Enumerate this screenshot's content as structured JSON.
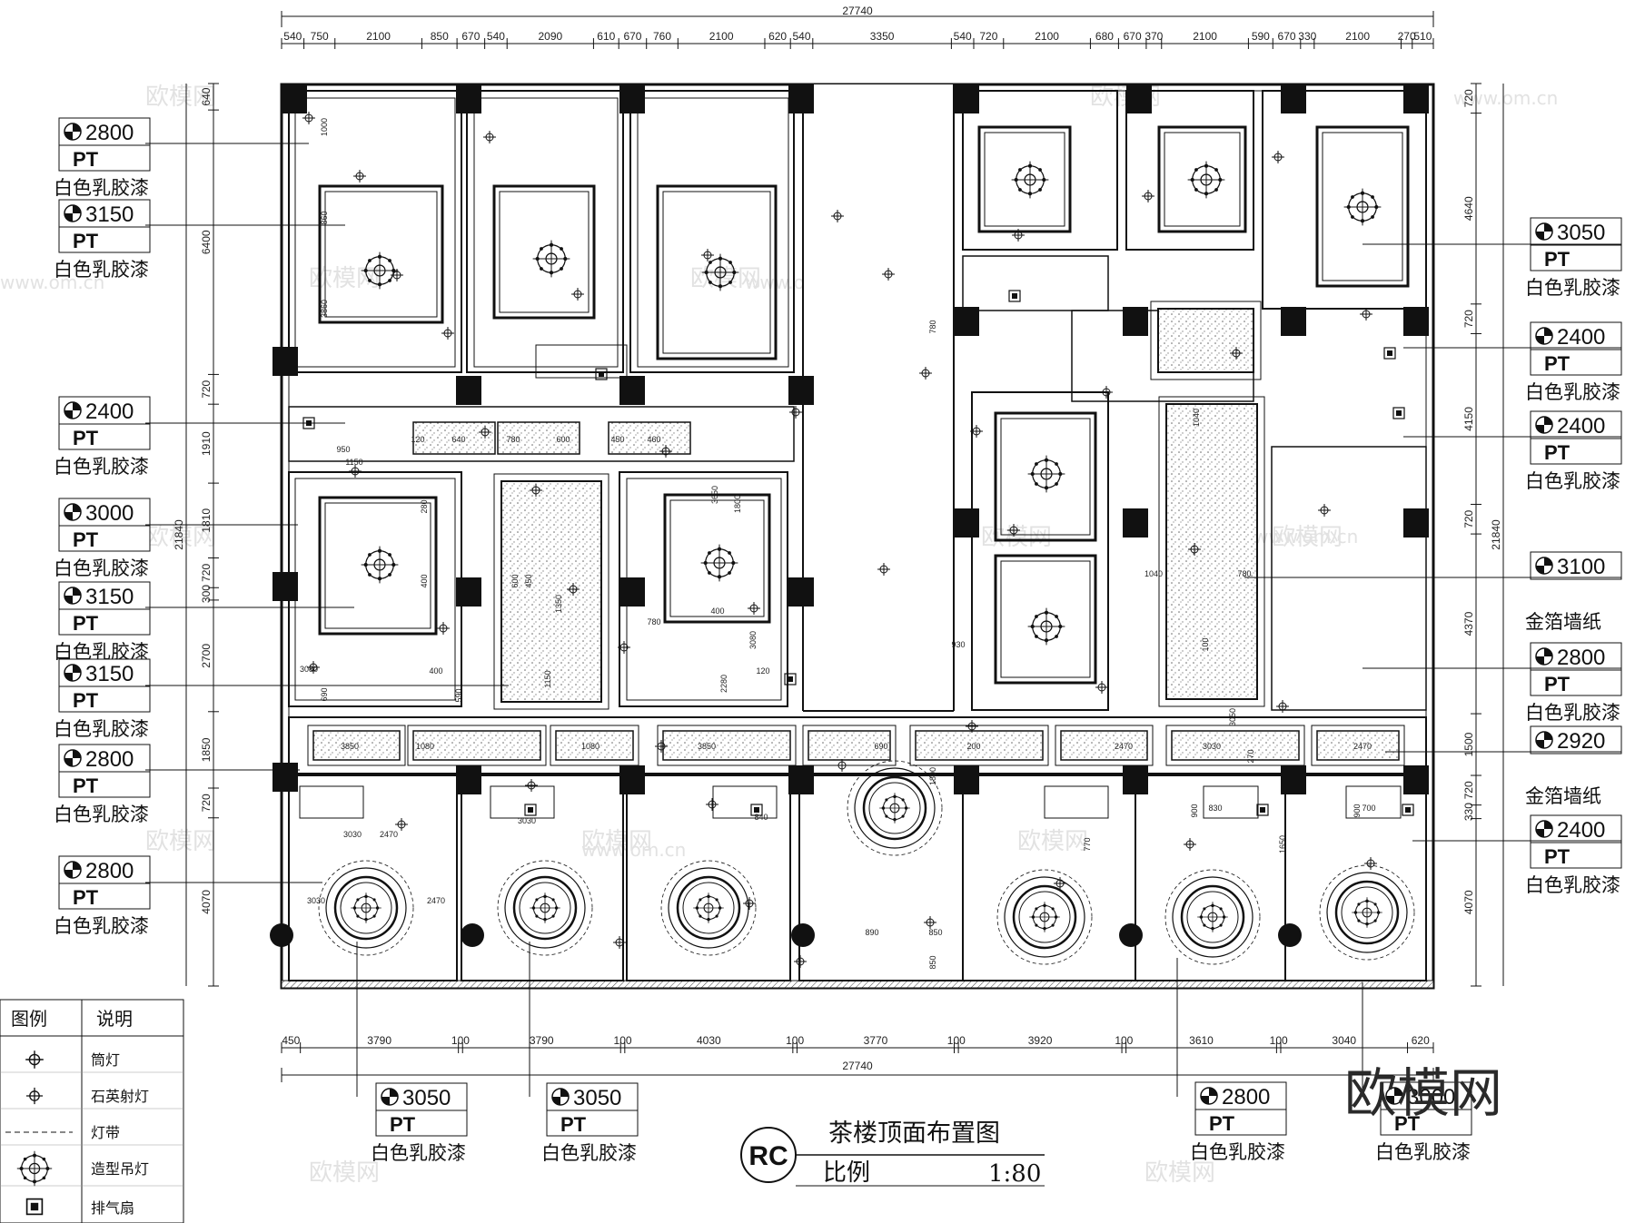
{
  "drawing": {
    "title": "茶楼顶面布置图",
    "scale_label": "比例",
    "scale_value": "1:80",
    "sheet_code": "RC"
  },
  "dimensions": {
    "top_total": "27740",
    "bottom_total": "27740",
    "top": [
      "540",
      "750",
      "2100",
      "850",
      "670",
      "540",
      "2090",
      "610",
      "670",
      "760",
      "2100",
      "620",
      "540",
      "3350",
      "540",
      "720",
      "2100",
      "680",
      "670",
      "370",
      "2100",
      "590",
      "670",
      "330",
      "2100",
      "270",
      "510"
    ],
    "bottom": [
      "450",
      "3790",
      "100",
      "3790",
      "100",
      "4030",
      "100",
      "3770",
      "100",
      "3920",
      "100",
      "3610",
      "100",
      "3040",
      "620"
    ],
    "left": [
      "640",
      "6400",
      "720",
      "1910",
      "1810",
      "720",
      "300",
      "2700",
      "1850",
      "720",
      "4070",
      "21840"
    ],
    "right": [
      "720",
      "4640",
      "720",
      "4150",
      "720",
      "21840",
      "4370",
      "1500",
      "720",
      "330",
      "4070"
    ],
    "inner": [
      "1000",
      "860",
      "3860",
      "950",
      "1150",
      "280",
      "400",
      "3080",
      "400",
      "690",
      "590",
      "600",
      "450",
      "1150",
      "1350",
      "3650",
      "1800",
      "780",
      "400",
      "3080",
      "120",
      "2280",
      "120",
      "640",
      "780",
      "600",
      "450",
      "460",
      "780",
      "1040",
      "1040",
      "780",
      "100",
      "3050",
      "3850",
      "1080",
      "1080",
      "3850",
      "690",
      "200",
      "2470",
      "3030",
      "2470",
      "3030",
      "2470",
      "3030",
      "2470",
      "3030",
      "840",
      "890",
      "850",
      "850",
      "770",
      "1650",
      "1800",
      "830",
      "700",
      "900",
      "900",
      "930",
      "270"
    ]
  },
  "tags": [
    {
      "height": "2800",
      "code": "PT",
      "desc": "白色乳胶漆"
    },
    {
      "height": "3150",
      "code": "PT",
      "desc": "白色乳胶漆"
    },
    {
      "height": "2400",
      "code": "PT",
      "desc": "白色乳胶漆"
    },
    {
      "height": "3000",
      "code": "PT",
      "desc": "白色乳胶漆"
    },
    {
      "height": "3150",
      "code": "PT",
      "desc": "白色乳胶漆"
    },
    {
      "height": "3150",
      "code": "PT",
      "desc": "白色乳胶漆"
    },
    {
      "height": "2800",
      "code": "PT",
      "desc": "白色乳胶漆"
    },
    {
      "height": "2800",
      "code": "PT",
      "desc": "白色乳胶漆"
    },
    {
      "height": "3050",
      "code": "PT",
      "desc": "白色乳胶漆"
    },
    {
      "height": "2400",
      "code": "PT",
      "desc": "白色乳胶漆"
    },
    {
      "height": "2400",
      "code": "PT",
      "desc": "白色乳胶漆"
    },
    {
      "height": "3100",
      "code": "",
      "desc": "金箔墙纸"
    },
    {
      "height": "2800",
      "code": "PT",
      "desc": "白色乳胶漆"
    },
    {
      "height": "2920",
      "code": "",
      "desc": "金箔墙纸"
    },
    {
      "height": "2400",
      "code": "PT",
      "desc": "白色乳胶漆"
    },
    {
      "height": "3050",
      "code": "PT",
      "desc": "白色乳胶漆"
    },
    {
      "height": "3050",
      "code": "PT",
      "desc": "白色乳胶漆"
    },
    {
      "height": "2800",
      "code": "PT",
      "desc": "白色乳胶漆"
    },
    {
      "height": "3000",
      "code": "PT",
      "desc": "白色乳胶漆"
    }
  ],
  "legend": {
    "header_symbol": "图例",
    "header_desc": "说明",
    "items": [
      {
        "icon": "downlight-icon",
        "label": "筒灯"
      },
      {
        "icon": "quartz-spotlight-icon",
        "label": "石英射灯"
      },
      {
        "icon": "light-strip-icon",
        "label": "灯带"
      },
      {
        "icon": "chandelier-icon",
        "label": "造型吊灯"
      },
      {
        "icon": "exhaust-fan-icon",
        "label": "排气扇"
      }
    ]
  },
  "watermark": {
    "main": "欧模网",
    "faint": "欧模网",
    "faint_url": "www.om.cn"
  },
  "colors": {
    "line": "#111111",
    "wall": "#111111",
    "hatch": "#cfcfcf",
    "paper": "#ffffff"
  }
}
